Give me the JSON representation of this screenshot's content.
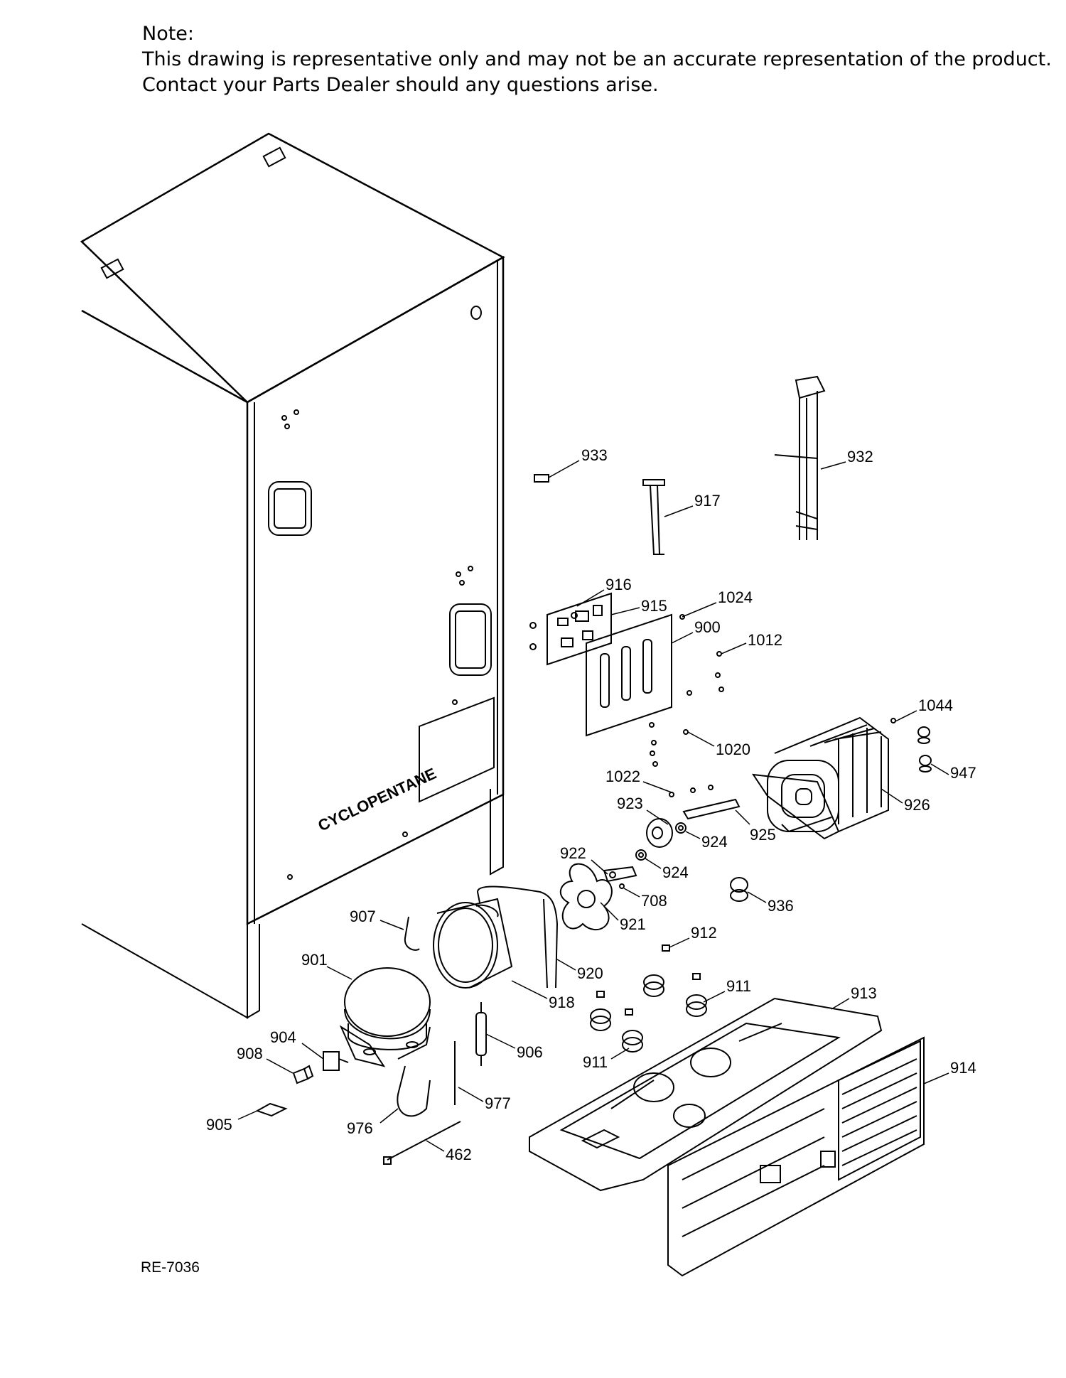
{
  "note": {
    "heading": "Note:",
    "line1": "This drawing is representative only and may not be an accurate representation of the product.",
    "line2": "Contact your Parts Dealer should any questions arise."
  },
  "cabinet_label": "CYCLOPENTANE",
  "drawing_code": "RE-7036",
  "part_labels": [
    "933",
    "932",
    "917",
    "916",
    "915",
    "1024",
    "900",
    "1012",
    "1044",
    "947",
    "1020",
    "1022",
    "926",
    "923",
    "925",
    "924",
    "924",
    "922",
    "708",
    "936",
    "921",
    "907",
    "912",
    "901",
    "920",
    "911",
    "913",
    "918",
    "906",
    "904",
    "911",
    "908",
    "914",
    "977",
    "905",
    "976",
    "462"
  ]
}
